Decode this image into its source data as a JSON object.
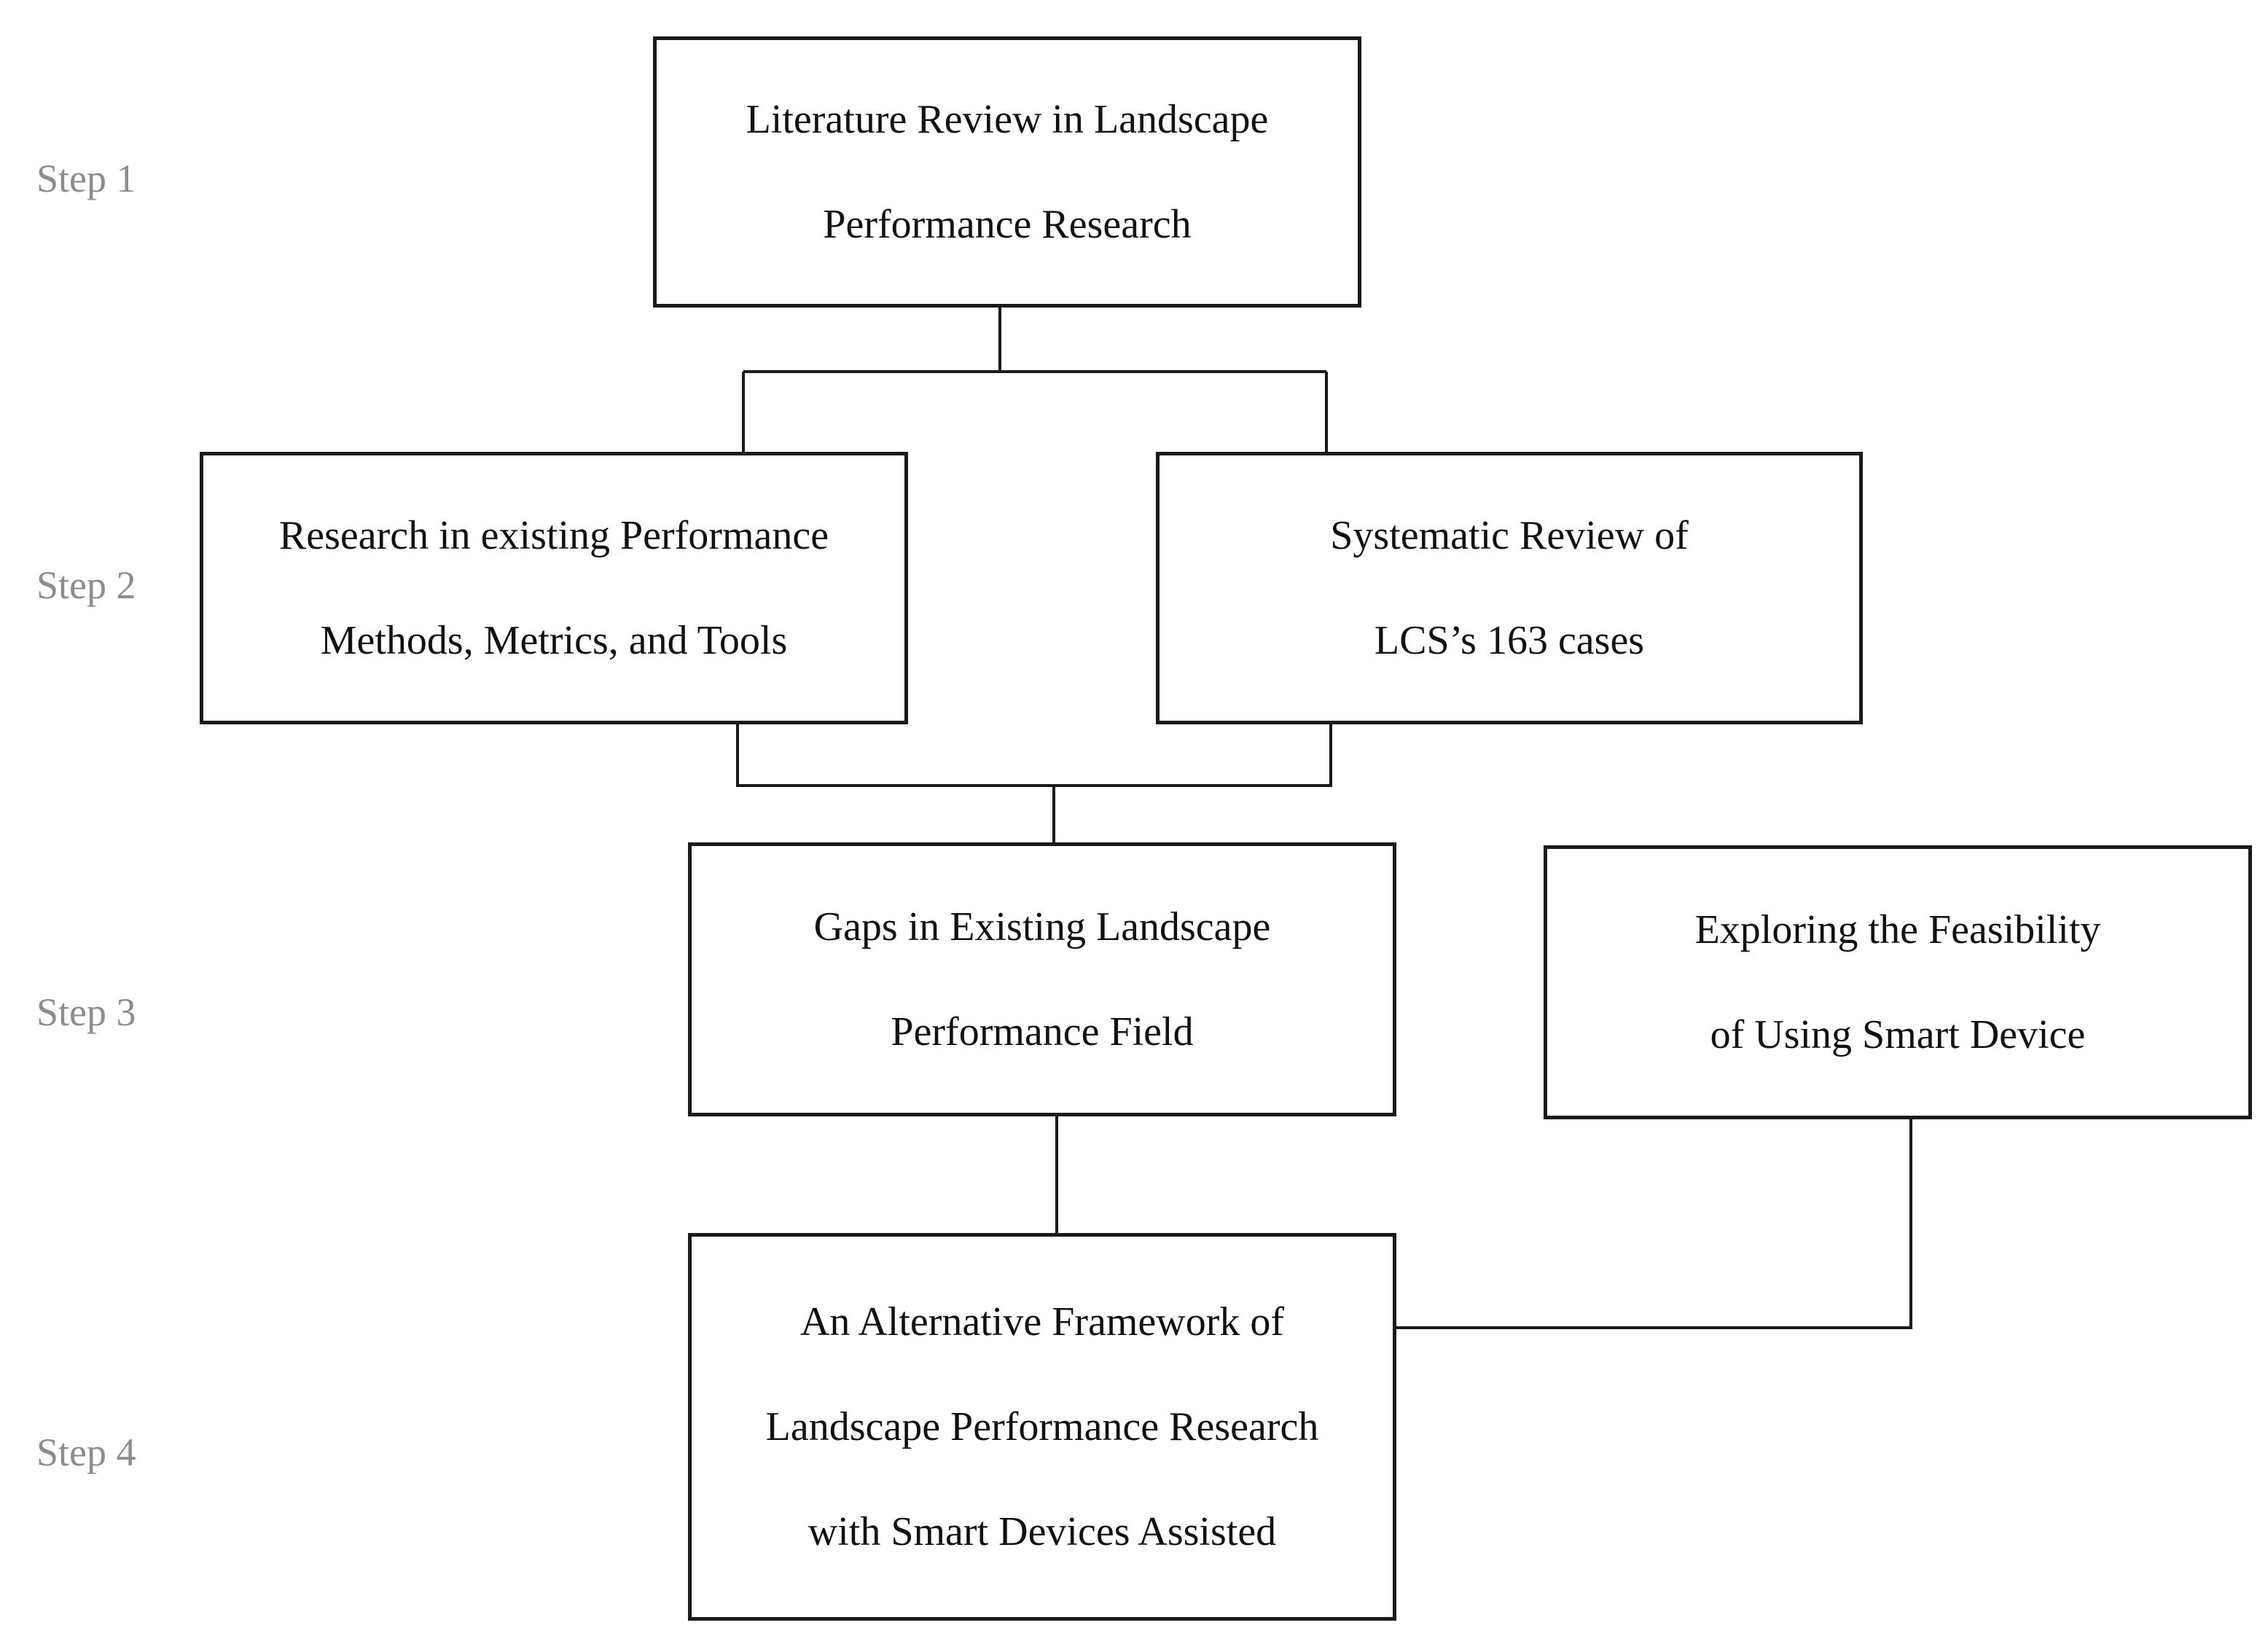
{
  "steps": [
    {
      "label": "Step 1"
    },
    {
      "label": "Step 2"
    },
    {
      "label": "Step 3"
    },
    {
      "label": "Step 4"
    }
  ],
  "boxes": {
    "literature_review": {
      "lines": [
        "Literature Review in Landscape",
        "Performance Research"
      ]
    },
    "existing_methods": {
      "lines": [
        "Research in existing Performance",
        "Methods, Metrics, and Tools"
      ]
    },
    "systematic_review": {
      "lines": [
        "Systematic Review of",
        "LCS’s 163 cases"
      ]
    },
    "gaps": {
      "lines": [
        "Gaps in Existing Landscape",
        "Performance Field"
      ]
    },
    "feasibility": {
      "lines": [
        "Exploring the Feasibility",
        "of Using Smart Device"
      ]
    },
    "framework": {
      "lines": [
        "An Alternative Framework of",
        "Landscape Performance Research",
        "with Smart Devices Assisted"
      ]
    }
  },
  "colors": {
    "step_label": "#8c8c8c",
    "box_border": "#1a1a1a",
    "text": "#111111",
    "connector": "#1a1a1a"
  }
}
